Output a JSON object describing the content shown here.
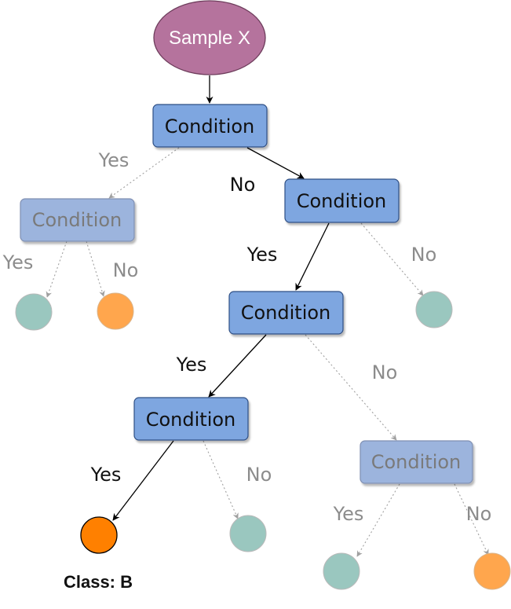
{
  "colors": {
    "root_fill": "#b5739d",
    "root_stroke": "#6e3d5c",
    "node_fill_active": "#7ea6e0",
    "node_stroke_active": "#2f4f85",
    "node_fill_faded": "#9cb4dd",
    "node_stroke_faded": "#7f8fb2",
    "leaf_teal": "#9ac7bf",
    "leaf_orange_light": "#ffa64d",
    "leaf_orange_strong": "#ff8000",
    "edge_active": "#000000",
    "edge_faded": "#a0a0a0"
  },
  "root": {
    "label": "Sample X"
  },
  "nodes": {
    "n1": {
      "label": "Condition"
    },
    "n2": {
      "label": "Condition"
    },
    "n3": {
      "label": "Condition"
    },
    "n4": {
      "label": "Condition"
    },
    "n5": {
      "label": "Condition"
    },
    "n6": {
      "label": "Condition"
    }
  },
  "edges": {
    "n1_yes": "Yes",
    "n1_no": "No",
    "n2_yes": "Yes",
    "n2_no": "No",
    "n3_yes": "Yes",
    "n3_no": "No",
    "n4_yes": "Yes",
    "n4_no": "No",
    "n5_yes": "Yes",
    "n5_no": "No",
    "n6_yes": "Yes",
    "n6_no": "No"
  },
  "result": {
    "label": "Class: B"
  }
}
